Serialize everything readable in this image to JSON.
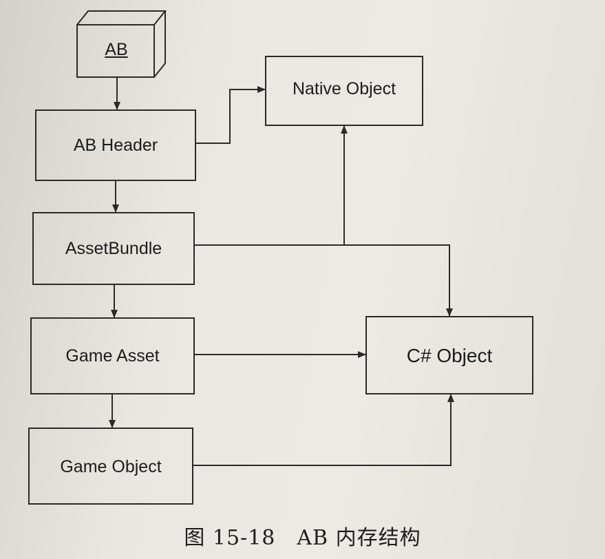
{
  "nodes": {
    "ab": "AB",
    "native_object": "Native Object",
    "ab_header": "AB Header",
    "asset_bundle": "AssetBundle",
    "game_asset": "Game Asset",
    "csharp_object": "C# Object",
    "game_object": "Game Object"
  },
  "edges": [
    {
      "from": "ab",
      "to": "ab_header"
    },
    {
      "from": "ab_header",
      "to": "native_object"
    },
    {
      "from": "ab_header",
      "to": "asset_bundle"
    },
    {
      "from": "asset_bundle",
      "to": "native_object"
    },
    {
      "from": "asset_bundle",
      "to": "csharp_object"
    },
    {
      "from": "asset_bundle",
      "to": "game_asset"
    },
    {
      "from": "game_asset",
      "to": "csharp_object"
    },
    {
      "from": "game_asset",
      "to": "game_object"
    },
    {
      "from": "game_object",
      "to": "csharp_object"
    }
  ],
  "caption": "图 15-18　AB 内存结构",
  "colors": {
    "line": "#2a2a2a",
    "paper": "#e6e3dc",
    "text": "#1c1c1c"
  }
}
